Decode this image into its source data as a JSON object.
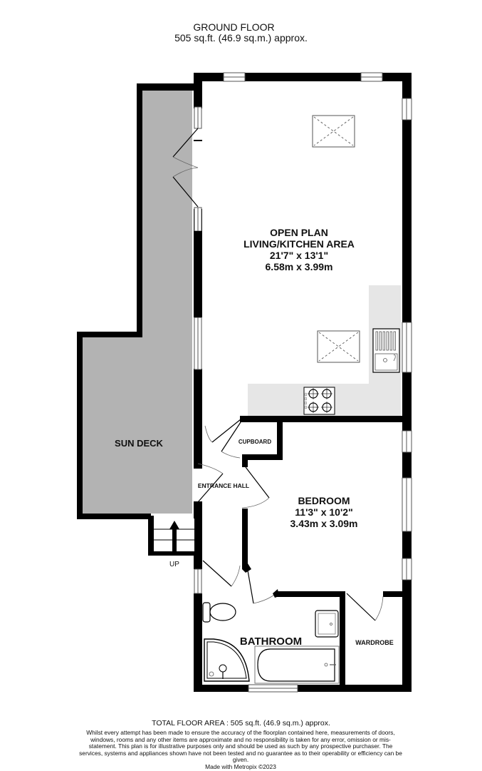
{
  "header": {
    "title": "GROUND FLOOR",
    "area": "505 sq.ft. (46.9 sq.m.) approx."
  },
  "rooms": {
    "living": {
      "name_line1": "OPEN PLAN",
      "name_line2": "LIVING/KITCHEN AREA",
      "imperial": "21'7\"  x 13'1\"",
      "metric": "6.58m  x 3.99m"
    },
    "bedroom": {
      "name": "BEDROOM",
      "imperial": "11'3\"  x 10'2\"",
      "metric": "3.43m  x 3.09m"
    },
    "sun_deck": {
      "name": "SUN DECK"
    },
    "cupboard": {
      "name": "CUPBOARD"
    },
    "entrance_hall": {
      "name": "ENTRANCE HALL"
    },
    "bathroom": {
      "name": "BATHROOM"
    },
    "wardrobe": {
      "name": "WARDROBE"
    },
    "stairs": {
      "label": "UP"
    }
  },
  "colors": {
    "wall": "#000000",
    "deck_fill": "#b3b3b3",
    "counter_fill": "#e6e6e6",
    "background": "#ffffff"
  },
  "footer": {
    "total": "TOTAL FLOOR AREA : 505 sq.ft. (46.9 sq.m.) approx.",
    "disclaimer": "Whilst every attempt has been made to ensure the accuracy of the floorplan contained here, measurements of doors, windows, rooms and any other items are approximate and no responsibility is taken for any error, omission or mis-statement. This plan is for illustrative purposes only and should be used as such by any prospective purchaser. The services, systems and appliances shown have not been tested and no guarantee as to their operability or efficiency can be given.",
    "made_with": "Made with Metropix ©2023"
  }
}
